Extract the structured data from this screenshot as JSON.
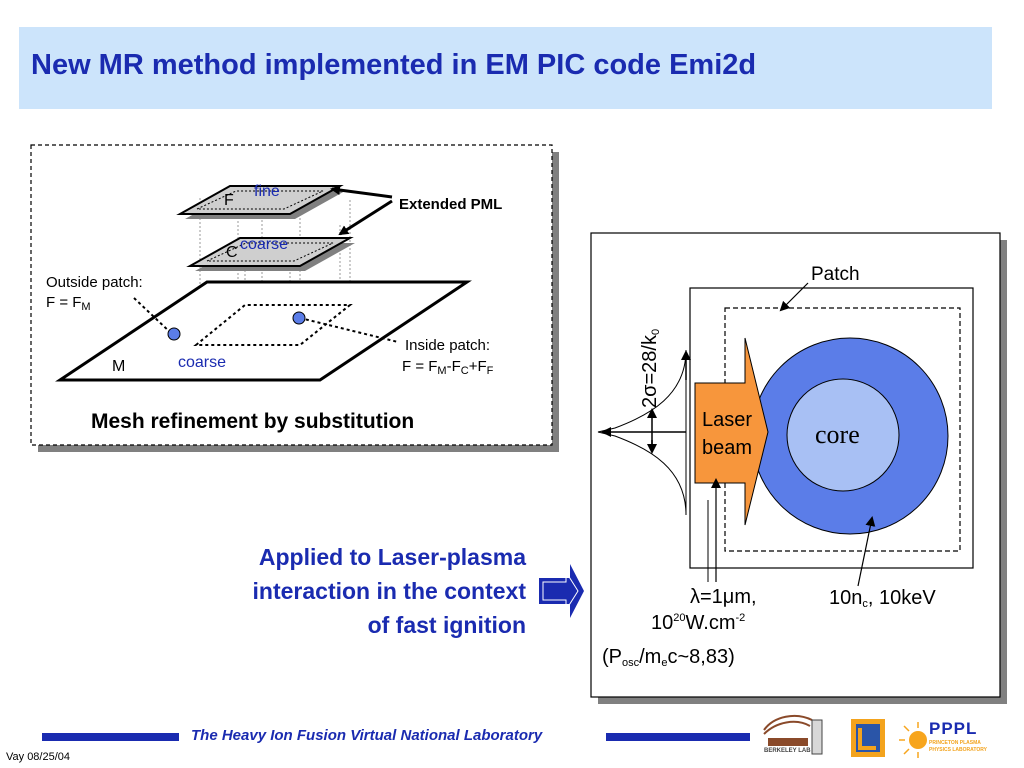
{
  "title": "New MR method implemented in EM PIC code Emi2d",
  "mesh_panel": {
    "fine_label": "fine",
    "f_label": "F",
    "coarse_label_c": "coarse",
    "c_label": "C",
    "extended_pml": "Extended PML",
    "outside_patch_line1": "Outside patch:",
    "outside_patch_line2": "F = F",
    "outside_patch_sub": "M",
    "m_label": "M",
    "coarse_label_m": "coarse",
    "inside_patch_line1": "Inside patch:",
    "inside_eq_a": "F = F",
    "inside_sub_m": "M",
    "inside_eq_b": "-F",
    "inside_sub_c": "C",
    "inside_eq_c": "+F",
    "inside_sub_f": "F",
    "caption": "Mesh refinement by substitution"
  },
  "application": {
    "line1": "Applied to Laser-plasma",
    "line2": "interaction in the context",
    "line3": "of fast ignition"
  },
  "plasma_panel": {
    "patch_label": "Patch",
    "sigma_label": "2σ=28/k",
    "sigma_sub": "0",
    "laser_line1": "Laser",
    "laser_line2": "beam",
    "core_label": "core",
    "lambda_a": "λ=1μm,",
    "intensity_base": "10",
    "intensity_exp": "20",
    "intensity_unit": "W.cm",
    "intensity_unit_exp": "-2",
    "posc_a": "(P",
    "posc_sub1": "osc",
    "posc_b": "/m",
    "posc_sub2": "e",
    "posc_c": "c~8,83)",
    "density_a": "10n",
    "density_sub": "c",
    "density_b": ", 10keV"
  },
  "footer": {
    "lab_name": "The Heavy Ion Fusion Virtual National Laboratory",
    "author_date": "Vay 08/25/04",
    "pppl_text": "PPPL",
    "pppl_small1": "PRINCETON PLASMA",
    "pppl_small2": "PHYSICS LABORATORY",
    "berkeley_text": "BERKELEY LAB"
  },
  "colors": {
    "title_bg": "#cce4fb",
    "title_text": "#1a2bb0",
    "plasma_outer": "#5b7de8",
    "plasma_core": "#a8c0f4",
    "laser_orange": "#f7963c",
    "footer_bar": "#1a2bb0"
  }
}
